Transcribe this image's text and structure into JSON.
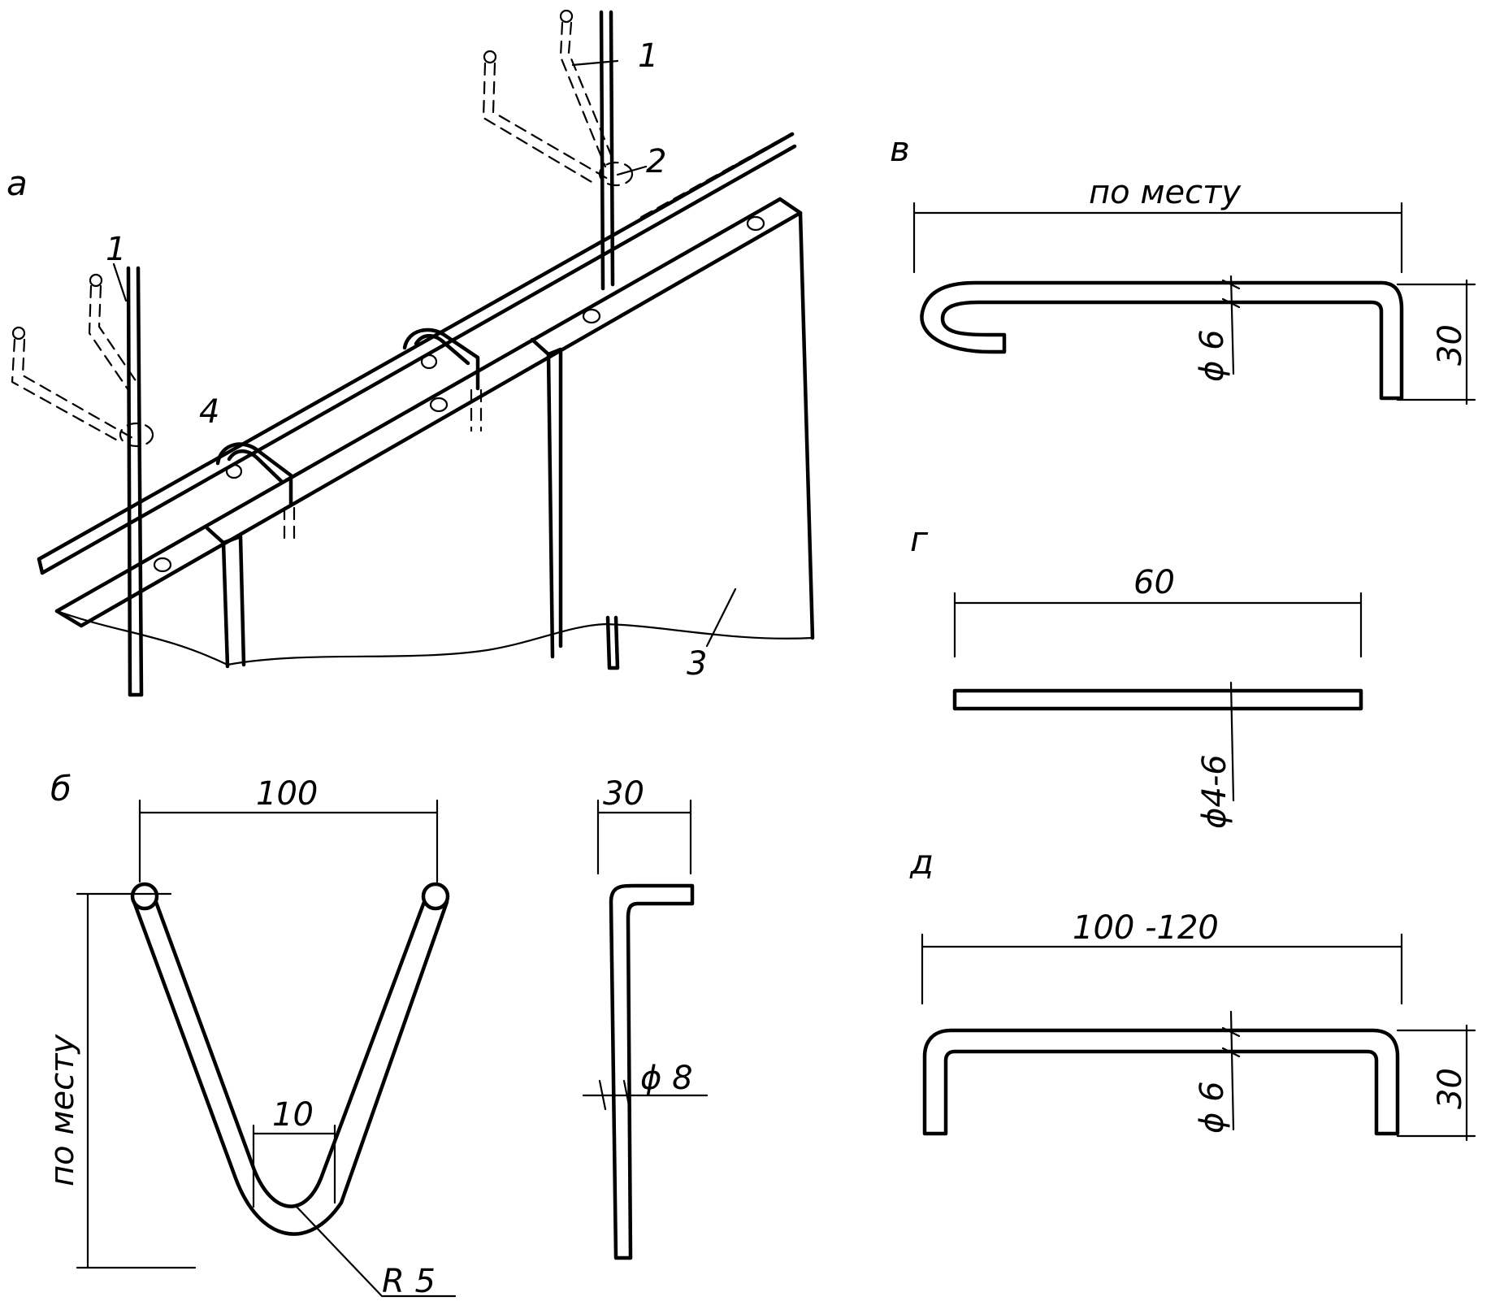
{
  "panels": {
    "a": "a",
    "b": "б",
    "v": "в",
    "g": "г",
    "d": "д"
  },
  "callouts": {
    "n1_left": "1",
    "n1_right": "1",
    "n2": "2",
    "n3": "3",
    "n4": "4"
  },
  "dims": {
    "b_width": "100",
    "b_inner": "10",
    "b_radius": "R 5",
    "b_length": "по месту",
    "b2_hook": "30",
    "b2_diam": "ϕ 8",
    "v_length": "по месту",
    "v_diam": "ϕ 6",
    "v_height": "30",
    "g_length": "60",
    "g_diam": "ϕ4-6",
    "d_length": "100 -120",
    "d_diam": "ϕ 6",
    "d_height": "30"
  }
}
